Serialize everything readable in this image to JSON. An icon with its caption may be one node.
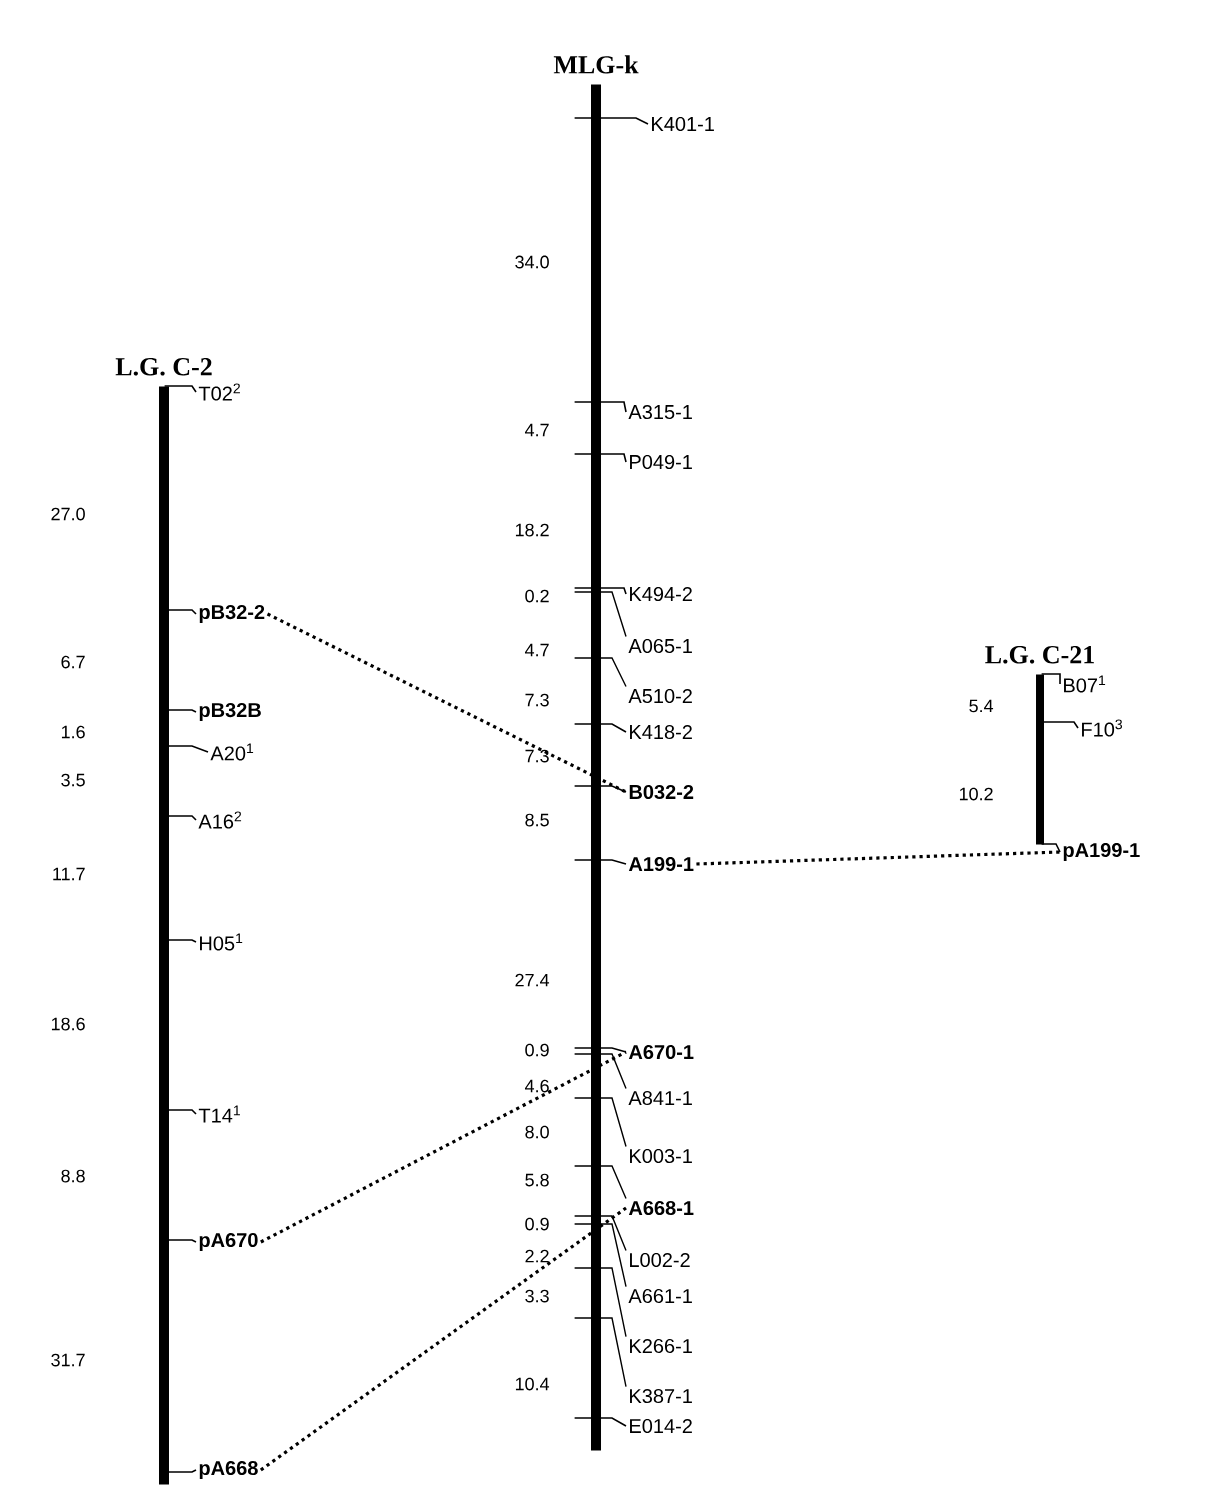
{
  "diagram": {
    "nodes": [
      {
        "text": [
          "L.G. C-2"
        ]
      },
      {
        "text": [
          "T02$^{2}$"
        ]
      },
      {
        "text": [
          "pB32-2"
        ]
      },
      {
        "text": [
          "pB32B"
        ]
      },
      {
        "text": [
          "A20$^{1}$"
        ]
      },
      {
        "text": [
          "A16$^{2}$"
        ]
      },
      {
        "text": [
          "H05$^{1}$"
        ]
      },
      {
        "text": [
          "T14$^{1}$"
        ]
      },
      {
        "text": [
          "pA670"
        ]
      },
      {
        "text": [
          "pA668"
        ]
      },
      {
        "text": [
          "MLG-k"
        ]
      },
      {
        "text": [
          "K401-1"
        ]
      },
      {
        "text": [
          "A315-1"
        ]
      },
      {
        "text": [
          "P049-1"
        ]
      },
      {
        "text": [
          "K494-2"
        ]
      },
      {
        "text": [
          "A065-1"
        ]
      },
      {
        "text": [
          "A510-2"
        ]
      },
      {
        "text": [
          "K418-2"
        ]
      },
      {
        "text": [
          "B032-2"
        ]
      },
      {
        "text": [
          "A199-1"
        ]
      },
      {
        "text": [
          "A670-1"
        ]
      },
      {
        "text": [
          "A841-1"
        ]
      },
      {
        "text": [
          "K003-1"
        ]
      },
      {
        "text": [
          "A668-1"
        ]
      },
      {
        "text": [
          "L002-2"
        ]
      },
      {
        "text": [
          "A661-1"
        ]
      },
      {
        "text": [
          "K266-1"
        ]
      },
      {
        "text": [
          "K387-1"
        ]
      },
      {
        "text": [
          "E014-2"
        ]
      },
      {
        "text": [
          "L.G. C-21"
        ]
      },
      {
        "text": [
          "B07$^{1}$"
        ]
      },
      {
        "text": [
          "F10$^{3}$"
        ]
      },
      {
        "text": [
          "pA199-1"
        ]
      }
    ],
    "edges": [
      {
        "from": 2,
        "to": 18,
        "arrow": "none",
        "style": "dashed"
      },
      {
        "from": 19,
        "to": 32,
        "arrow": "none",
        "style": "dashed"
      },
      {
        "from": 8,
        "to": 20,
        "arrow": "none",
        "style": "dashed"
      },
      {
        "from": 9,
        "to": 23,
        "arrow": "none",
        "style": "dashed"
      },
      {
        "from": 0,
        "to": 1,
        "arrow": "none"
      },
      {
        "from": 0,
        "to": 2,
        "arrow": "none"
      },
      {
        "from": 0,
        "to": 3,
        "arrow": "none"
      },
      {
        "from": 0,
        "to": 4,
        "arrow": "none"
      },
      {
        "from": 0,
        "to": 5,
        "arrow": "none"
      },
      {
        "from": 0,
        "to": 6,
        "arrow": "none"
      },
      {
        "from": 0,
        "to": 7,
        "arrow": "none"
      },
      {
        "from": 0,
        "to": 8,
        "arrow": "none"
      },
      {
        "from": 0,
        "to": 9,
        "arrow": "none"
      },
      {
        "from": 10,
        "to": 11,
        "arrow": "none"
      },
      {
        "from": 10,
        "to": 12,
        "arrow": "none"
      },
      {
        "from": 10,
        "to": 13,
        "arrow": "none"
      },
      {
        "from": 10,
        "to": 14,
        "arrow": "none"
      },
      {
        "from": 10,
        "to": 15,
        "arrow": "none"
      },
      {
        "from": 10,
        "to": 16,
        "arrow": "none"
      },
      {
        "from": 10,
        "to": 17,
        "arrow": "none"
      },
      {
        "from": 10,
        "to": 18,
        "arrow": "none"
      },
      {
        "from": 10,
        "to": 19,
        "arrow": "none"
      },
      {
        "from": 10,
        "to": 20,
        "arrow": "none"
      },
      {
        "from": 10,
        "to": 21,
        "arrow": "none"
      },
      {
        "from": 10,
        "to": 22,
        "arrow": "none"
      },
      {
        "from": 10,
        "to": 23,
        "arrow": "none"
      },
      {
        "from": 10,
        "to": 24,
        "arrow": "none"
      },
      {
        "from": 10,
        "to": 25,
        "arrow": "none"
      },
      {
        "from": 10,
        "to": 26,
        "arrow": "none"
      },
      {
        "from": 10,
        "to": 27,
        "arrow": "none"
      },
      {
        "from": 10,
        "to": 28,
        "arrow": "none"
      },
      {
        "from": 29,
        "to": 30,
        "arrow": "none"
      },
      {
        "from": 29,
        "to": 31,
        "arrow": "none"
      },
      {
        "from": 29,
        "to": 32,
        "arrow": "none"
      }
    ],
    "labels": [
      "34.0",
      "4.7",
      "18.2",
      "0.2",
      "4.7",
      "7.3",
      "7.3",
      "8.5",
      "27.4",
      "0.9",
      "4.6",
      "8.0",
      "5.8",
      "0.9",
      "2.2",
      "3.3",
      "10.4",
      "27.0",
      "6.7",
      "1.6",
      "3.5",
      "11.7",
      "18.6",
      "8.8",
      "31.7",
      "5.4",
      "10.2"
    ]
  }
}
